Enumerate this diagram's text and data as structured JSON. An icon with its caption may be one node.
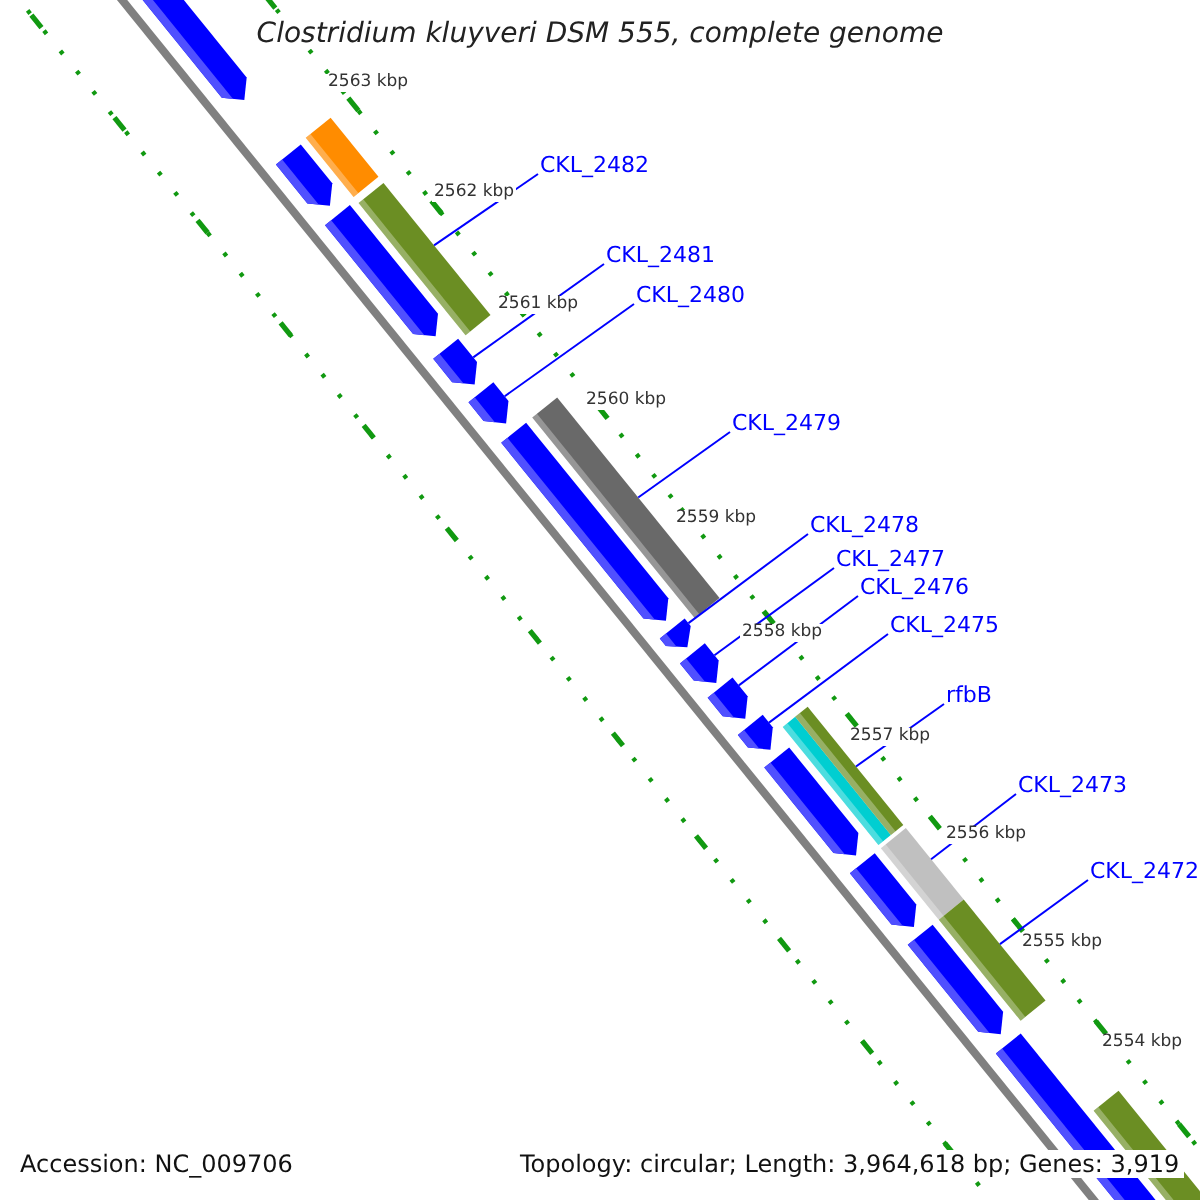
{
  "diagram": {
    "title": "Clostridium kluyveri DSM 555, complete genome",
    "nodes": [
      {
        "text": [
          "CKL_2482"
        ]
      },
      {
        "text": [
          "CKL_2481"
        ]
      },
      {
        "text": [
          "CKL_2480"
        ]
      },
      {
        "text": [
          "CKL_2479"
        ]
      },
      {
        "text": [
          "CKL_2478"
        ]
      },
      {
        "text": [
          "CKL_2477"
        ]
      },
      {
        "text": [
          "CKL_2476"
        ]
      },
      {
        "text": [
          "CKL_2475"
        ]
      },
      {
        "text": [
          "rfbB"
        ]
      },
      {
        "text": [
          "CKL_2473"
        ]
      },
      {
        "text": [
          "CKL_2472"
        ]
      },
      {
        "text": [],
        "shape": "bar"
      },
      {
        "text": [],
        "shape": "bar"
      },
      {
        "text": [],
        "shape": "bar"
      },
      {
        "text": [],
        "shape": "bar"
      },
      {
        "text": [],
        "shape": "bar"
      },
      {
        "text": [],
        "shape": "bar"
      },
      {
        "text": [],
        "shape": "bar"
      },
      {
        "text": [],
        "shape": "bar"
      },
      {
        "text": [],
        "shape": "bar"
      },
      {
        "text": [],
        "shape": "bar"
      },
      {
        "text": [],
        "shape": "bar"
      }
    ],
    "edges": [
      {
        "from": 0,
        "to": 11,
        "arrow": "none"
      },
      {
        "from": 1,
        "to": 12,
        "arrow": "none"
      },
      {
        "from": 2,
        "to": 13,
        "arrow": "none"
      },
      {
        "from": 3,
        "to": 14,
        "arrow": "none"
      },
      {
        "from": 4,
        "to": 15,
        "arrow": "none"
      },
      {
        "from": 5,
        "to": 16,
        "arrow": "none"
      },
      {
        "from": 6,
        "to": 17,
        "arrow": "none"
      },
      {
        "from": 7,
        "to": 18,
        "arrow": "none"
      },
      {
        "from": 8,
        "to": 19,
        "arrow": "none"
      },
      {
        "from": 9,
        "to": 20,
        "arrow": "none"
      },
      {
        "from": 10,
        "to": 21,
        "arrow": "none"
      }
    ],
    "labels": [
      "2563 kbp",
      "2562 kbp",
      "2561 kbp",
      "2560 kbp",
      "2559 kbp",
      "2558 kbp",
      "2557 kbp",
      "2556 kbp",
      "2555 kbp",
      "2554 kbp",
      "Accession: NC_009706",
      "Topology: circular; Length: 3,964,618 bp; Genes: 3,919"
    ]
  }
}
